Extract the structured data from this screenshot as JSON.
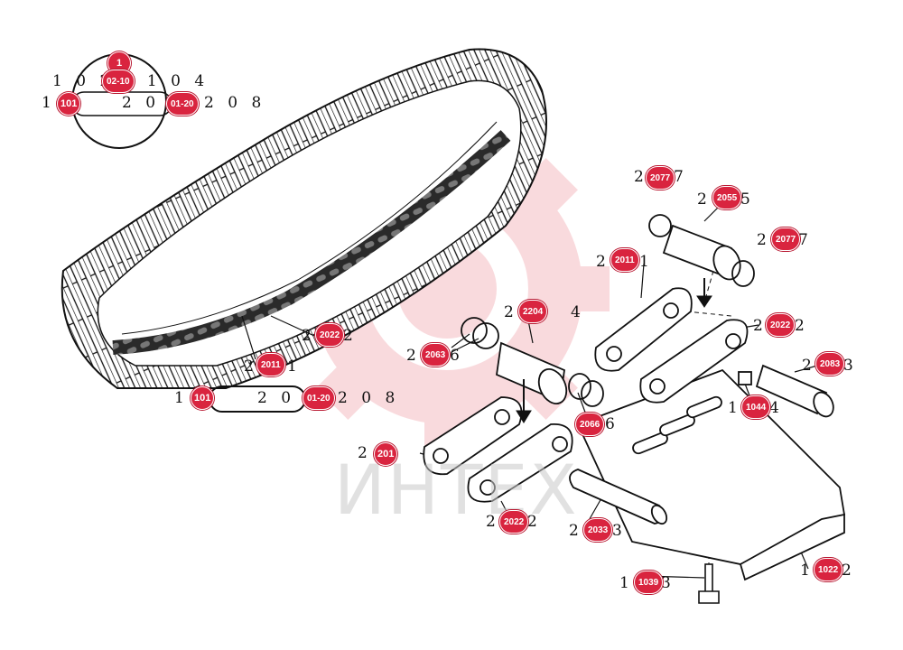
{
  "watermark": {
    "text": "ИНТЕХ",
    "color": "#e23a4a"
  },
  "accent_color": "#d9243f",
  "text_labels": {
    "tl_top": "1 0 2 0 1 0 4",
    "tl_mid_prefix": "1",
    "tl_mid_middle": "2 0",
    "tl_mid_suffix": "2 0 8",
    "bl_prefix": "1",
    "bl_middle": "2 0",
    "bl_suffix": "2 0 8",
    "t2077a": "2",
    "t2077a_end": "7",
    "t2077b": "2",
    "t2077b_end": "7",
    "t2205": "2",
    "t2205_end": "5",
    "t2201": "2",
    "t2201_end": "1",
    "t2204": "2",
    "t2204_end": "4",
    "t2206a": "2",
    "t2206a_end": "6",
    "t2206b_end": "6",
    "t2202r": "2",
    "t2202r_end": "2",
    "t2208": "2",
    "t2208_end": "3",
    "t1104": "1",
    "t1104_end": "4",
    "t2011": "2",
    "t2011_end": "1",
    "t2022": "2",
    "t2022_end": "2",
    "t201l": "2",
    "t2022b": "2",
    "t2022b_end": "2",
    "t2203": "2",
    "t2203_end": "3",
    "t1103": "1",
    "t1103_end": "3",
    "t1102": "1",
    "t1102_end": "2"
  },
  "callouts": [
    {
      "id": "c-1",
      "label": "1"
    },
    {
      "id": "c-1-2-10",
      "label": "02-10"
    },
    {
      "id": "c-101-a",
      "label": "101"
    },
    {
      "id": "c-01-20-a",
      "label": "01-20"
    },
    {
      "id": "c-2077-a",
      "label": "2077"
    },
    {
      "id": "c-2055",
      "label": "2055"
    },
    {
      "id": "c-2077-b",
      "label": "2077"
    },
    {
      "id": "c-2011-r",
      "label": "2011"
    },
    {
      "id": "c-2204",
      "label": "2204"
    },
    {
      "id": "c-2022-r",
      "label": "2022"
    },
    {
      "id": "c-2063",
      "label": "2063"
    },
    {
      "id": "c-2083",
      "label": "2083"
    },
    {
      "id": "c-2022-l",
      "label": "2022"
    },
    {
      "id": "c-2011-l",
      "label": "2011"
    },
    {
      "id": "c-101-b",
      "label": "101"
    },
    {
      "id": "c-01-20-b",
      "label": "01-20"
    },
    {
      "id": "c-1044",
      "label": "1044"
    },
    {
      "id": "c-2066",
      "label": "2066"
    },
    {
      "id": "c-201",
      "label": "201"
    },
    {
      "id": "c-2022-b",
      "label": "2022"
    },
    {
      "id": "c-2033",
      "label": "2033"
    },
    {
      "id": "c-1039",
      "label": "1039"
    },
    {
      "id": "c-1022",
      "label": "1022"
    }
  ]
}
